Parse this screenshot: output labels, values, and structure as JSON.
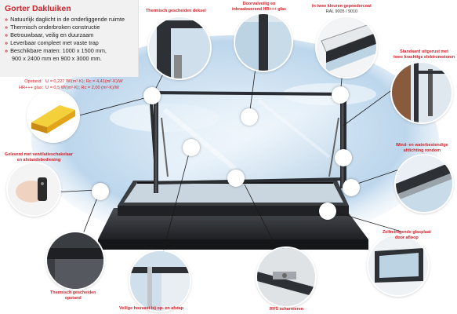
{
  "title": "Gorter Dakluiken",
  "features": [
    "Natuurlijk daglicht in de onderliggende ruimte",
    "Thermisch onderbroken constructie",
    "Betrouwbaar, veilig en duurzaam",
    "Leverbaar compleet met vaste trap",
    "Beschikbare maten: 1000 x 1500 mm,",
    "900 x 2400 mm en 900 x 3000 mm."
  ],
  "specs": {
    "opstand_label": "Opstand:",
    "opstand_value": "U = 0,227 W/(m²·K); Rc = 4,41(m²·K)/W",
    "glas_label": "HR+++ glas:",
    "glas_value": "U = 0,5 W/(m²·K); Rc = 2,00 (m²·K)/W"
  },
  "callouts": {
    "deksel": "Thermisch gescheiden deksel",
    "glas_line1": "Doorvalveilig en",
    "glas_line2": "inbraakwerend HR+++ glas",
    "kleuren_line1": "In twee kleuren gepoedercoat",
    "kleuren_line2": "RAL 9005 / 9010",
    "motoren_line1": "Standaard uitgerust met",
    "motoren_line2": "twee krachtige elektromotoren",
    "ventilatie_line1": "Geleverd met ventilatieschakelaar",
    "ventilatie_line2": "en afstandsbediening",
    "wind_line1": "Wind- en waterbestendige",
    "wind_line2": "afdichting rondom",
    "zelfreinigend_line1": "Zelfreinigende glasplaat",
    "zelfreinigend_line2": "door afloop",
    "opstand_line1": "Thermisch gescheiden",
    "opstand_line2": "opstand",
    "houvast": "Veilige houvast bij op- en afstap",
    "rvs": "RVS scharnieren"
  },
  "colors": {
    "accent": "#d2232a",
    "sky_top": "#9fc7e8",
    "frame_dark": "#2a2e33",
    "panel_bg": "#f1f1f1"
  }
}
